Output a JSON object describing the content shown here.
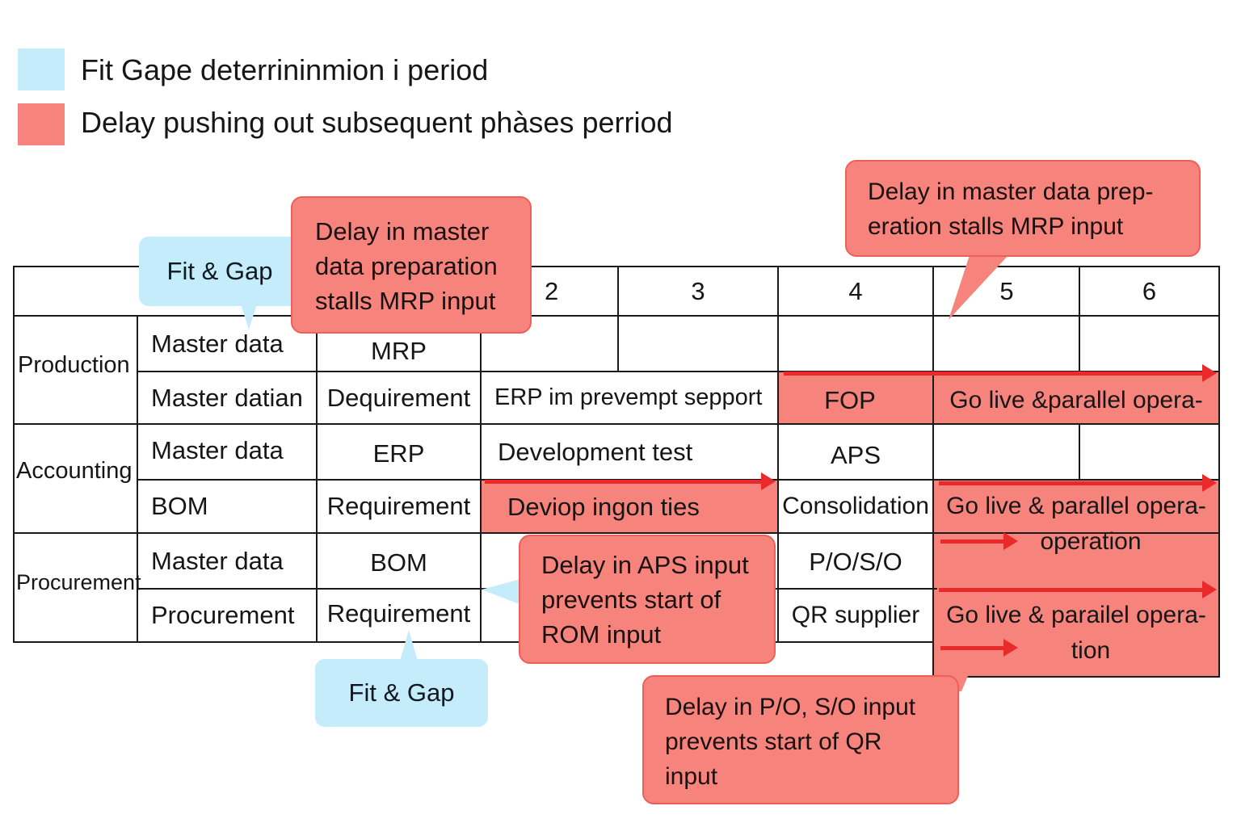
{
  "legend": [
    {
      "label": "Fit Gape deterrininmion i period",
      "color": "#c5ecfb"
    },
    {
      "label": "Delay pushing out subsequent phàses perriod",
      "color": "#f6847d"
    }
  ],
  "header": {
    "periods": [
      "2",
      "3",
      "4",
      "5",
      "6"
    ]
  },
  "groups": {
    "production": "Production",
    "accounting": "Accounting",
    "procurement": "Procurement"
  },
  "rows": {
    "r1": {
      "label": "Master data",
      "c1": "MRP"
    },
    "r2": {
      "label": "Master datian",
      "c1": "Dequirement",
      "c2": "ERP im prevempt sepport",
      "c4": "FOP",
      "c5": "Go live &parallel opera-"
    },
    "r3": {
      "label": "Master data",
      "c1": "ERP",
      "c2": "Development test",
      "c4": "APS"
    },
    "r4": {
      "label": "BOM",
      "c1": "Requirement",
      "c2": "Deviop ingon ties",
      "c4": "Consolidation",
      "c5": [
        "Go live & parallel opera-",
        "operation"
      ]
    },
    "r5": {
      "label": "Master data",
      "c1": "BOM",
      "c4": "P/O/S/O"
    },
    "r6": {
      "label": "Procurement",
      "c1": "Requirement",
      "c4": "QR supplier",
      "c5": [
        "Go live & parailel opera-",
        "tion"
      ]
    }
  },
  "callouts": {
    "fit_gap_top": "Fit & Gap",
    "fit_gap_bottom": "Fit & Gap",
    "delay_center": [
      "Delay in master",
      "data preparation",
      "stalls MRP input"
    ],
    "delay_right": [
      "Delay in master data prep-",
      "eration stalls MRP input"
    ],
    "delay_aps": [
      "Delay in APS input",
      "prevents start of",
      "ROM input"
    ],
    "delay_po": [
      "Delay in P/O, S/O input",
      "prevents start of QR",
      "input"
    ]
  },
  "colors": {
    "fit_gap": "#c5ecfb",
    "delay": "#f6847d",
    "arrow": "#ea2a2a"
  }
}
